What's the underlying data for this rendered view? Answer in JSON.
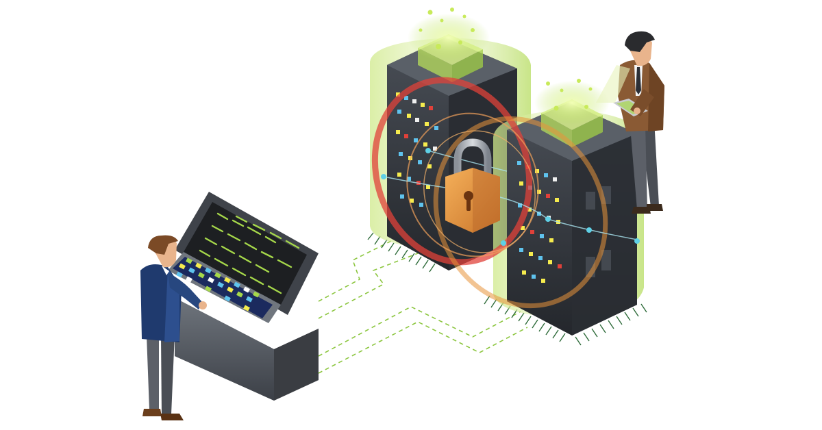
{
  "scene": {
    "colors": {
      "background": "#ffffff",
      "accent_green": "#a6d84a",
      "glow_green": "#cfe98a",
      "dashed_line": "#8cc63f",
      "lock_orange": "#e8943a",
      "ring_red": "#e0413a",
      "server_dark": "#2f3238",
      "cyan_node": "#5fd0e6"
    },
    "icons": [
      "padlock-icon",
      "terminal-console",
      "server-rack",
      "data-link"
    ]
  }
}
